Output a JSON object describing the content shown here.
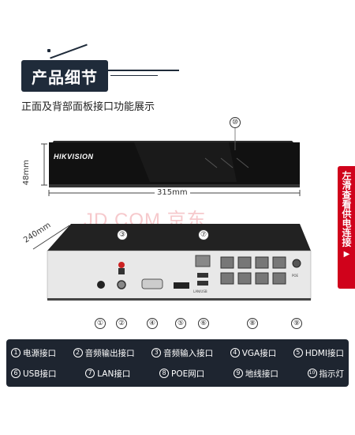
{
  "title": "产品细节",
  "subtitle": "正面及背部面板接口功能展示",
  "brand": "HIKVISION",
  "watermark": "JD.COM 京东",
  "side_tab": "左滑查看供电连接",
  "dimensions": {
    "height": "48mm",
    "width": "315mm",
    "depth": "240mm"
  },
  "markers": [
    "①",
    "②",
    "③",
    "④",
    "⑤",
    "⑥",
    "⑦",
    "⑧",
    "⑨",
    "⑩"
  ],
  "port_labels": {
    "usb": "LAN/USB",
    "poe": "POE"
  },
  "legend": {
    "row1": [
      {
        "num": "1",
        "label": "电源接口"
      },
      {
        "num": "2",
        "label": "音频输出接口"
      },
      {
        "num": "3",
        "label": "音频输入接口"
      },
      {
        "num": "4",
        "label": "VGA接口"
      },
      {
        "num": "5",
        "label": "HDMI接口"
      }
    ],
    "row2": [
      {
        "num": "6",
        "label": "USB接口"
      },
      {
        "num": "7",
        "label": "LAN接口"
      },
      {
        "num": "8",
        "label": "POE网口"
      },
      {
        "num": "9",
        "label": "地线接口"
      },
      {
        "num": "10",
        "label": "指示灯"
      }
    ]
  },
  "colors": {
    "badge": "#1f2b3a",
    "tab": "#d0021b",
    "legend_bg": "#1e2530"
  }
}
